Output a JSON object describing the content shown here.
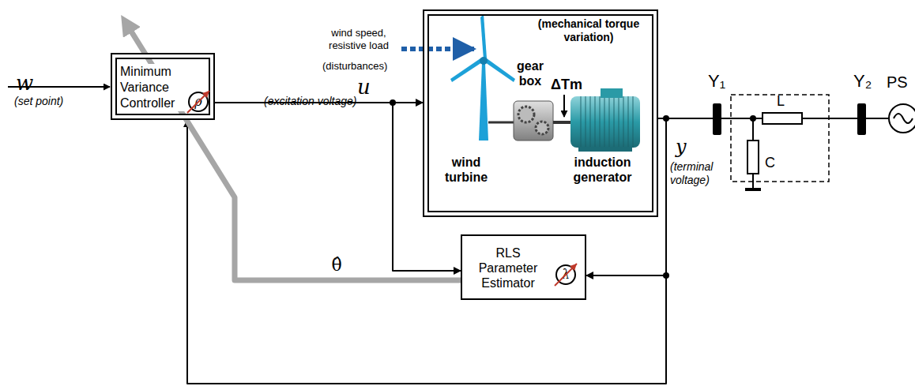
{
  "diagram": {
    "nodes": [
      {
        "text": [
          "Minimum Variance Controller",
          "ρ"
        ]
      },
      {
        "text": [
          "(mechanical torque variation)",
          "gear box",
          "ΔTm",
          "wind turbine",
          "induction generator"
        ]
      },
      {
        "text": [
          "RLS Parameter Estimator",
          "λ"
        ]
      }
    ],
    "edges": [
      {
        "from": 0,
        "to": 1,
        "arrow": "to"
      },
      {
        "from": 0,
        "to": 2,
        "arrow": "to"
      },
      {
        "from": 1,
        "to": 2,
        "arrow": "to"
      },
      {
        "from": 1,
        "to": 0,
        "arrow": "to"
      },
      {
        "from": 2,
        "to": 0,
        "arrow": "to",
        "label": "θ̂"
      }
    ],
    "labels": [
      "w",
      "(set point)",
      "u",
      "(excitation voltage)",
      "wind speed, resistive load",
      "(disturbances)",
      "y",
      "(terminal voltage)",
      "Y₁",
      "Y₂",
      "L",
      "C",
      "PS"
    ]
  }
}
